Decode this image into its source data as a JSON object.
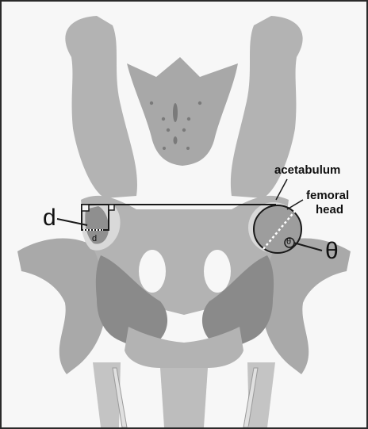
{
  "labels": {
    "acetabulum": "acetabulum",
    "femoral_head": "femoral\nhead",
    "femoral_head_line1": "femoral",
    "femoral_head_line2": "head",
    "d_big": "d",
    "d_small": "d",
    "theta_big": "θ",
    "theta_small": "θ"
  },
  "colors": {
    "bone": "#b3b3b3",
    "bone_light": "#cfcfcf",
    "bone_dark": "#8a8a8a",
    "background": "#f7f7f7",
    "line": "#1a1a1a"
  }
}
